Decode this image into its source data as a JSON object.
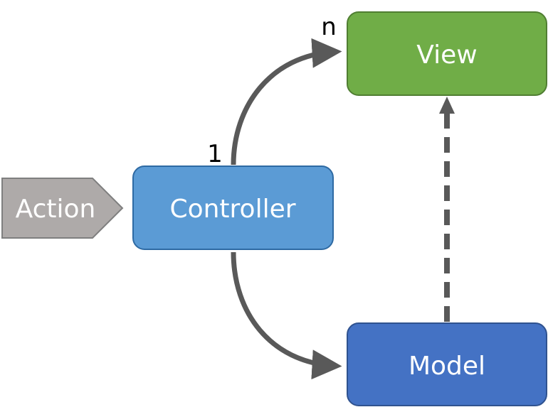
{
  "nodes": {
    "action": {
      "label": "Action"
    },
    "controller": {
      "label": "Controller"
    },
    "view": {
      "label": "View"
    },
    "model": {
      "label": "Model"
    }
  },
  "edges": {
    "controller_to_view": {
      "source_multiplicity": "1",
      "target_multiplicity": "n"
    }
  }
}
